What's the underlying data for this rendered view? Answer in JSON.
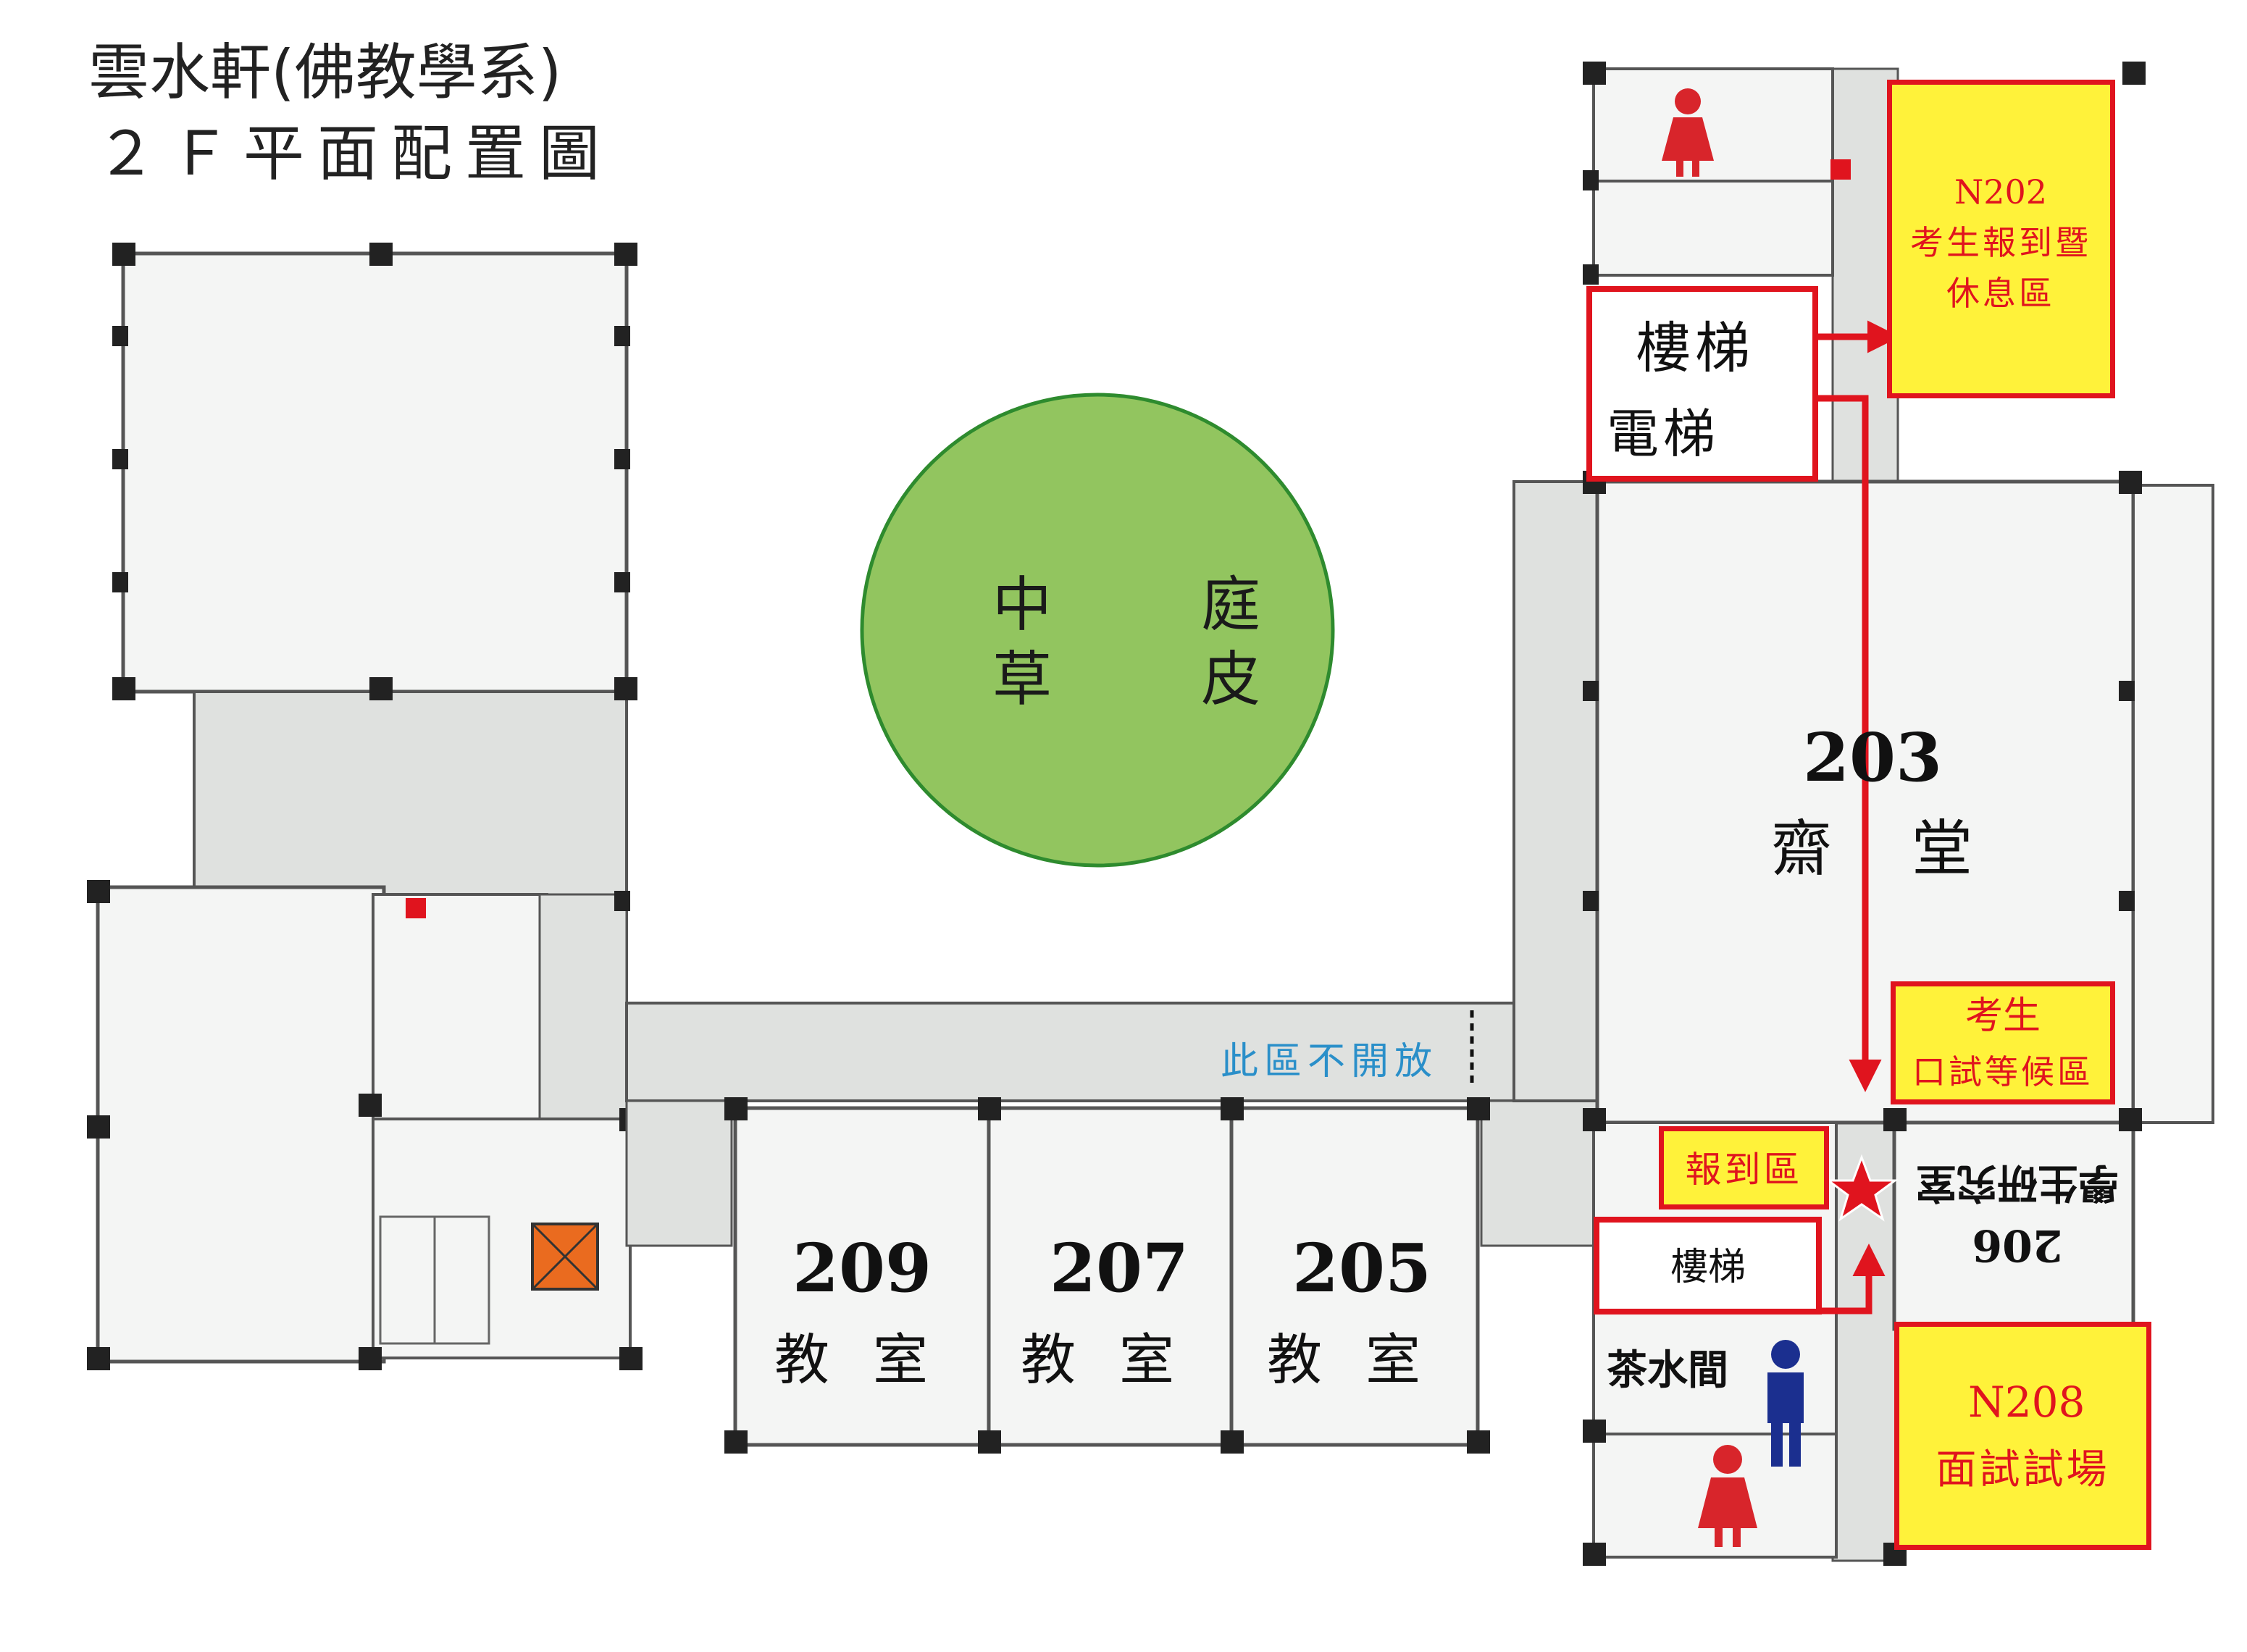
{
  "title": {
    "line1": "雲水軒(佛教學系)",
    "line2": "２Ｆ平面配置圖"
  },
  "courtyard": {
    "line1": "中 庭",
    "line2": "草 皮",
    "color": "#92c55f"
  },
  "rooms": {
    "r209": {
      "number": "209",
      "name": "教室"
    },
    "r207": {
      "number": "207",
      "name": "教室"
    },
    "r205": {
      "number": "205",
      "name": "教室"
    },
    "r203": {
      "number": "203",
      "name": "齋堂"
    },
    "r206": {
      "number": "206",
      "name": "學生研究室"
    }
  },
  "closed_area": {
    "label": "此區不開放",
    "color": "#2a8fc9"
  },
  "stairs_elevator": {
    "stairs": "樓梯",
    "elevator": "電梯"
  },
  "stairs_lower": "樓梯",
  "tea_room": "茶水間",
  "n202": {
    "code": "N202",
    "line1": "考生報到暨",
    "line2": "休息區"
  },
  "waiting": {
    "line1": "考生",
    "line2": "口試等候區"
  },
  "checkin": "報到區",
  "n208": {
    "code": "N208",
    "line1": "面試試場"
  },
  "colors": {
    "accent_red": "#e0141e",
    "highlight_yellow": "#fff23a",
    "floor_gray": "#dfe1df",
    "room_fill": "#f4f5f4"
  }
}
